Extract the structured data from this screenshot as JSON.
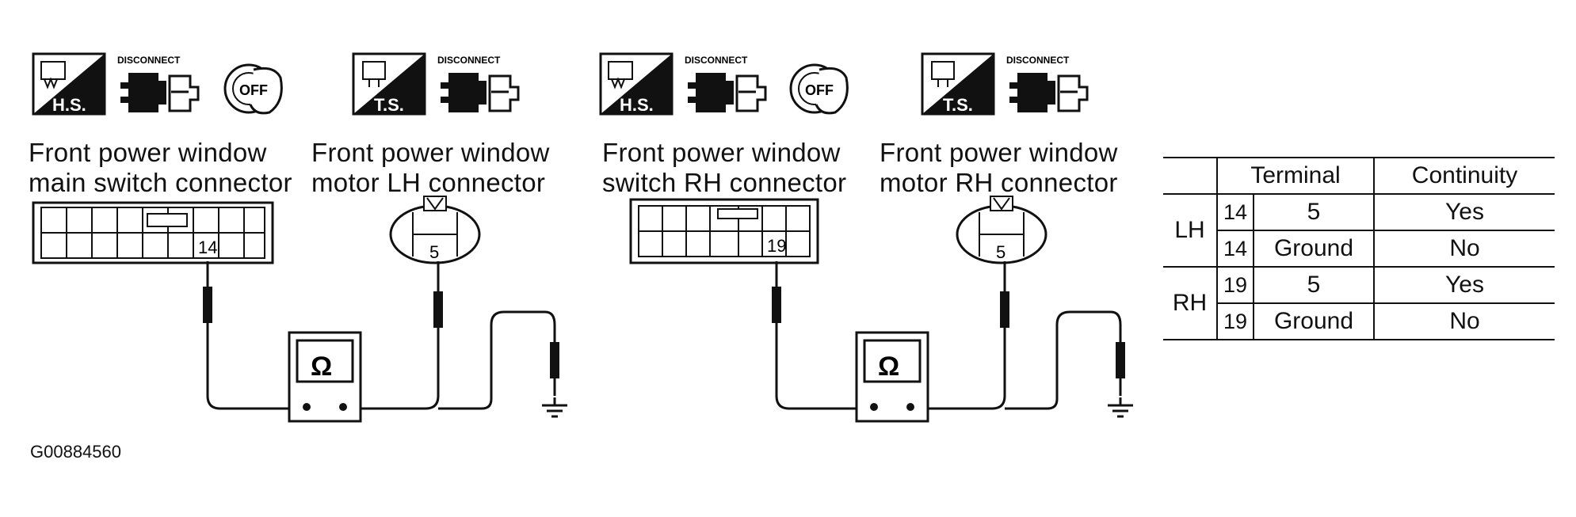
{
  "labels": {
    "hs": "H.S.",
    "ts": "T.S.",
    "disconnect": "DISCONNECT",
    "off": "OFF",
    "ohm": "Ω"
  },
  "connectors": [
    {
      "line1": "Front power window",
      "line2": "main switch connector",
      "pin": "14"
    },
    {
      "line1": "Front power window",
      "line2": "motor LH connector",
      "pin": "5"
    },
    {
      "line1": "Front power window",
      "line2": "switch RH connector",
      "pin": "19"
    },
    {
      "line1": "Front power window",
      "line2": "motor RH connector",
      "pin": "5"
    }
  ],
  "table": {
    "header_terminal": "Terminal",
    "header_continuity": "Continuity",
    "groups": [
      {
        "side": "LH",
        "rows": [
          {
            "terminal_a": "14",
            "terminal_b": "5",
            "continuity": "Yes"
          },
          {
            "terminal_a": "14",
            "terminal_b": "Ground",
            "continuity": "No"
          }
        ]
      },
      {
        "side": "RH",
        "rows": [
          {
            "terminal_a": "19",
            "terminal_b": "5",
            "continuity": "Yes"
          },
          {
            "terminal_a": "19",
            "terminal_b": "Ground",
            "continuity": "No"
          }
        ]
      }
    ]
  },
  "figure_code": "G00884560"
}
